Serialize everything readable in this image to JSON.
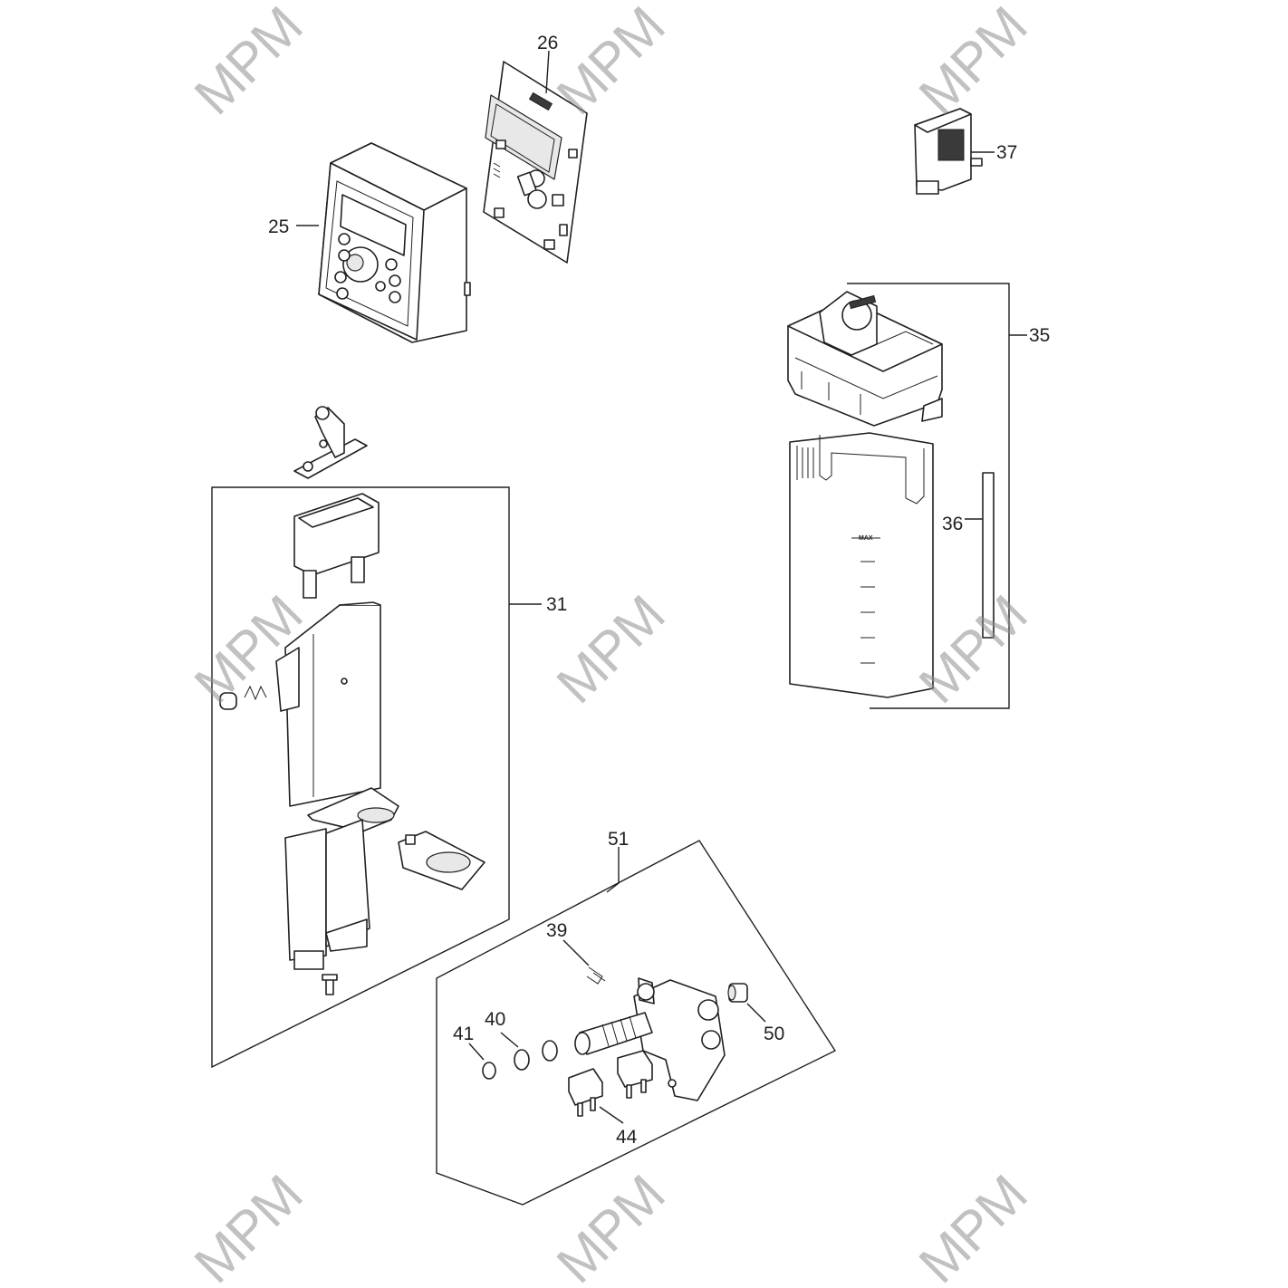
{
  "watermark": "MPM",
  "labels": {
    "p25": "25",
    "p26": "26",
    "p31": "31",
    "p35": "35",
    "p36": "36",
    "p37": "37",
    "p39": "39",
    "p40": "40",
    "p41": "41",
    "p44": "44",
    "p50": "50",
    "p51": "51"
  },
  "tank_marking": "MAX",
  "colors": {
    "line": "#231f20",
    "watermark": "#8f8f8f",
    "background": "#ffffff"
  }
}
